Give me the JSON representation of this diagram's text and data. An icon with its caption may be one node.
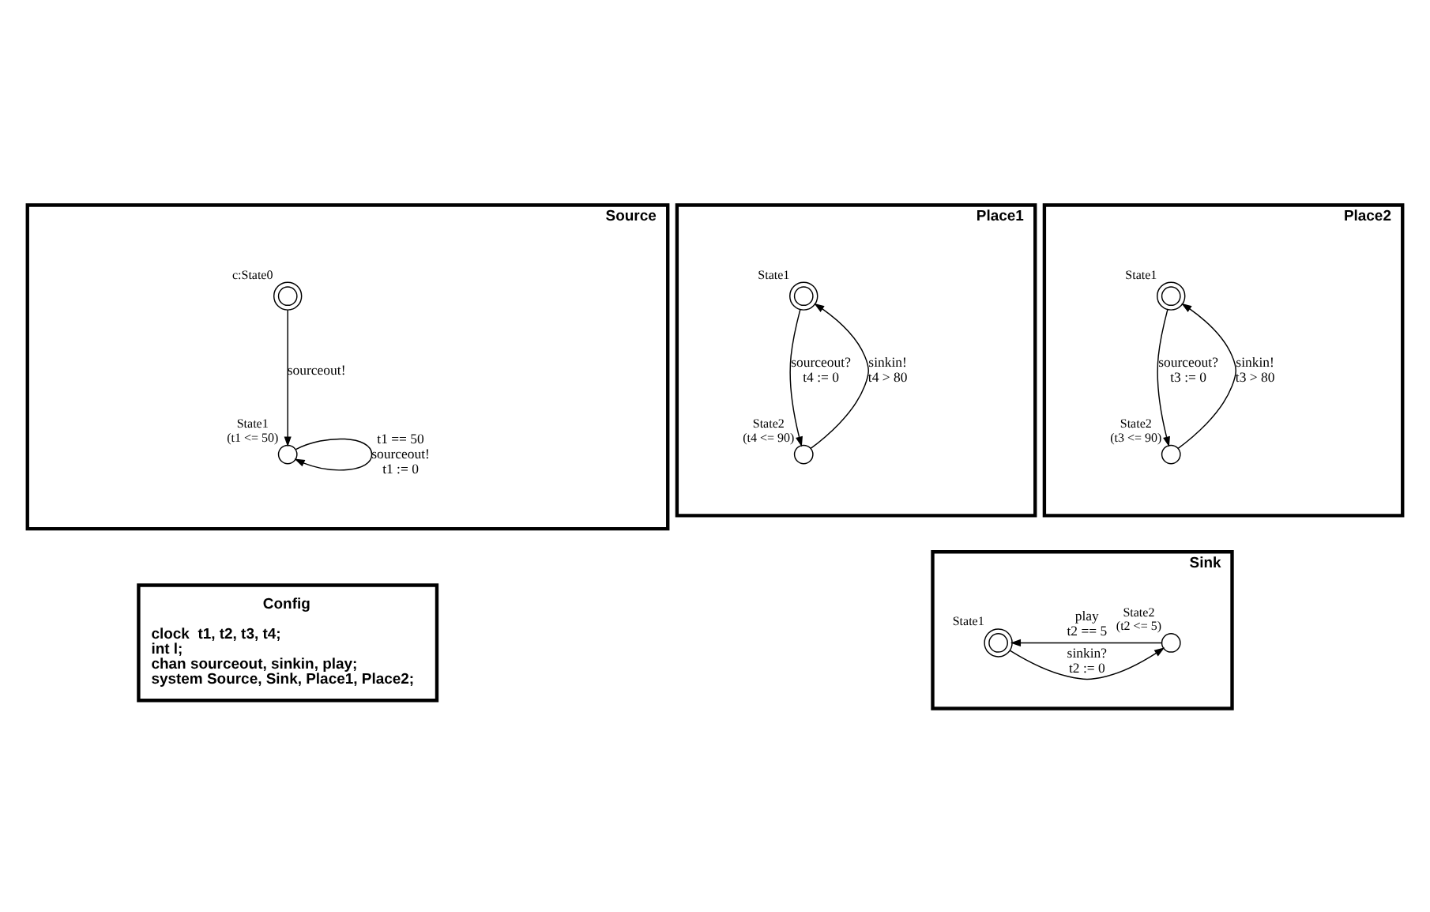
{
  "diagram": {
    "nodes": [
      {
        "text": [
          "Source"
        ]
      },
      {
        "text": [],
        "shape": "doublecircle",
        "beside": [
          "c:State0"
        ],
        "in": 0
      },
      {
        "text": [],
        "shape": "circle",
        "beside": [
          "State1",
          "(t1 <= 50)"
        ],
        "in": 0
      },
      {
        "text": [
          "Place1"
        ]
      },
      {
        "text": [],
        "shape": "doublecircle",
        "beside": [
          "State1"
        ],
        "in": 3
      },
      {
        "text": [],
        "shape": "circle",
        "beside": [
          "State2",
          "(t4 <= 90)"
        ],
        "in": 3
      },
      {
        "text": [
          "Place2"
        ]
      },
      {
        "text": [],
        "shape": "doublecircle",
        "beside": [
          "State1"
        ],
        "in": 6
      },
      {
        "text": [],
        "shape": "circle",
        "beside": [
          "State2",
          "(t3 <= 90)"
        ],
        "in": 6
      },
      {
        "text": [
          "Config",
          "clock  t1, t2, t3, t4; int l; chan sourceout, sinkin, play; system Source, Sink, Place1, Place2;"
        ]
      },
      {
        "text": [
          "Sink"
        ]
      },
      {
        "text": [],
        "shape": "doublecircle",
        "beside": [
          "State1"
        ],
        "in": 10
      },
      {
        "text": [],
        "shape": "circle",
        "beside": [
          "State2",
          "(t2 <= 5)"
        ],
        "in": 10
      }
    ],
    "edges": [
      {
        "from": 1,
        "to": 2,
        "arrow": "to",
        "label": "sourceout!"
      },
      {
        "from": 2,
        "to": 2,
        "arrow": "to",
        "label": "t1 == 50 sourceout! t1 := 0"
      },
      {
        "from": 4,
        "to": 5,
        "arrow": "to",
        "label": "sourceout? t4 := 0"
      },
      {
        "from": 5,
        "to": 4,
        "arrow": "to",
        "label": "sinkin! t4 > 80"
      },
      {
        "from": 7,
        "to": 8,
        "arrow": "to",
        "label": "sourceout? t3 := 0"
      },
      {
        "from": 8,
        "to": 7,
        "arrow": "to",
        "label": "sinkin! t3 > 80"
      },
      {
        "from": 11,
        "to": 12,
        "arrow": "to",
        "label": "sinkin? t2 := 0"
      },
      {
        "from": 12,
        "to": 11,
        "arrow": "to",
        "label": "play t2 == 5"
      }
    ]
  }
}
